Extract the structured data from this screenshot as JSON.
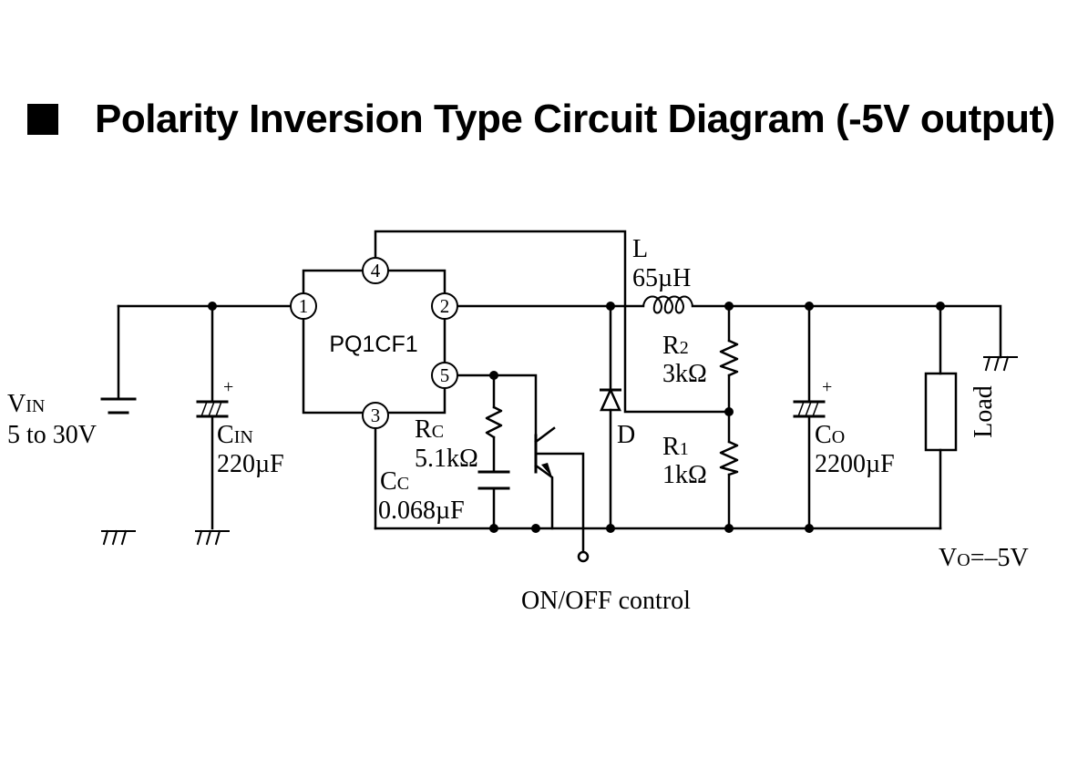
{
  "title": "Polarity Inversion Type Circuit Diagram (-5V output)",
  "ic": {
    "name": "PQ1CF1",
    "pins": [
      "1",
      "2",
      "3",
      "4",
      "5"
    ]
  },
  "input": {
    "label_main": "V",
    "label_sub": "IN",
    "range": "5 to 30V"
  },
  "cin": {
    "label_main": "C",
    "label_sub": "IN",
    "value": "220µF",
    "polarity": "+"
  },
  "rc": {
    "label_main": "R",
    "label_sub": "C",
    "value": "5.1kΩ"
  },
  "cc": {
    "label_main": "C",
    "label_sub": "C",
    "value": "0.068µF"
  },
  "inductor": {
    "label": "L",
    "value": "65µH"
  },
  "diode": {
    "label": "D"
  },
  "r2": {
    "label_main": "R",
    "label_sub": "2",
    "value": "3kΩ"
  },
  "r1": {
    "label_main": "R",
    "label_sub": "1",
    "value": "1kΩ"
  },
  "co": {
    "label_main": "C",
    "label_sub": "O",
    "value": "2200µF",
    "polarity": "+"
  },
  "load": {
    "label": "Load"
  },
  "output": {
    "label_main": "V",
    "label_sub": "O",
    "value": "=–5V"
  },
  "control": {
    "label": "ON/OFF control"
  }
}
